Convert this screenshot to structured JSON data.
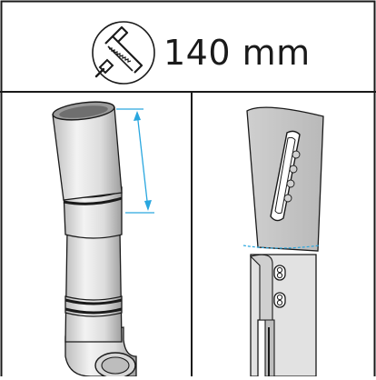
{
  "header": {
    "tool_icon": "hacksaw-icon",
    "cut_length": "140 mm"
  },
  "panels": {
    "left": {
      "illustration": "pipe-cut-measure-illustration",
      "icon": "dimension-arrow-icon"
    },
    "right": {
      "illustration": "slotted-bracket-illustration"
    }
  },
  "colors": {
    "line": "#1a1a1a",
    "metal_light": "#e6e6e6",
    "metal_mid": "#c9c9c9",
    "metal_dark": "#9a9a9a",
    "accent": "#2aa7df"
  }
}
